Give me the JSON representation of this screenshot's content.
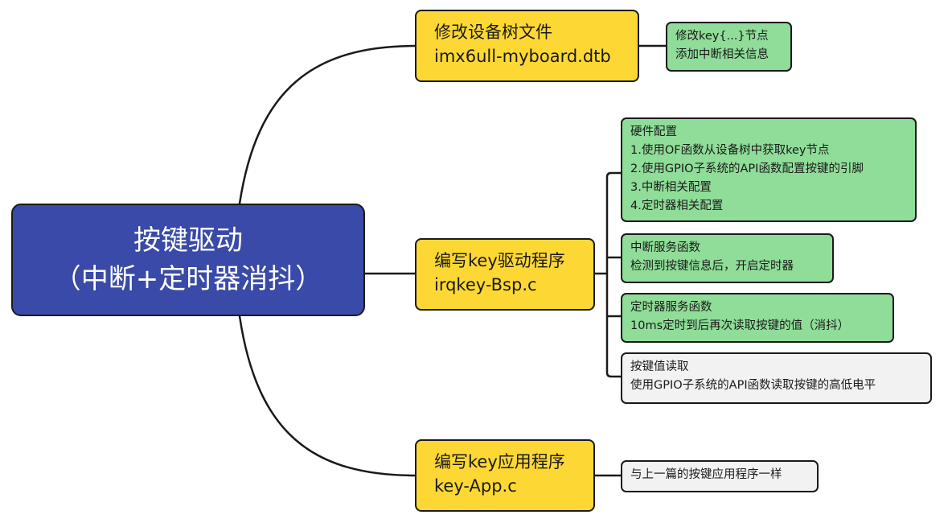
{
  "root": {
    "line1": "按键驱动",
    "line2": "（中断+定时器消抖）"
  },
  "branches": [
    {
      "line1": "修改设备树文件",
      "line2": "imx6ull-myboard.dtb",
      "children": [
        {
          "lines": [
            "修改key{...}节点",
            "添加中断相关信息"
          ]
        }
      ]
    },
    {
      "line1": "编写key驱动程序",
      "line2": "irqkey-Bsp.c",
      "children": [
        {
          "lines": [
            "硬件配置",
            "1.使用OF函数从设备树中获取key节点",
            "2.使用GPIO子系统的API函数配置按键的引脚",
            "3.中断相关配置",
            "4.定时器相关配置"
          ]
        },
        {
          "lines": [
            "中断服务函数",
            "检测到按键信息后，开启定时器"
          ]
        },
        {
          "lines": [
            "定时器服务函数",
            "10ms定时到后再次读取按键的值（消抖）"
          ]
        },
        {
          "lines": [
            "按键值读取",
            "使用GPIO子系统的API函数读取按键的高低电平"
          ]
        }
      ]
    },
    {
      "line1": "编写key应用程序",
      "line2": "key-App.c",
      "children": [
        {
          "lines": [
            "与上一篇的按键应用程序一样"
          ]
        }
      ]
    }
  ],
  "colors": {
    "root": "#3a4aa8",
    "branch": "#fdd835",
    "leaf_green": "#8fdd98",
    "leaf_gray": "#f2f2f2",
    "line": "#1a1a1a"
  }
}
